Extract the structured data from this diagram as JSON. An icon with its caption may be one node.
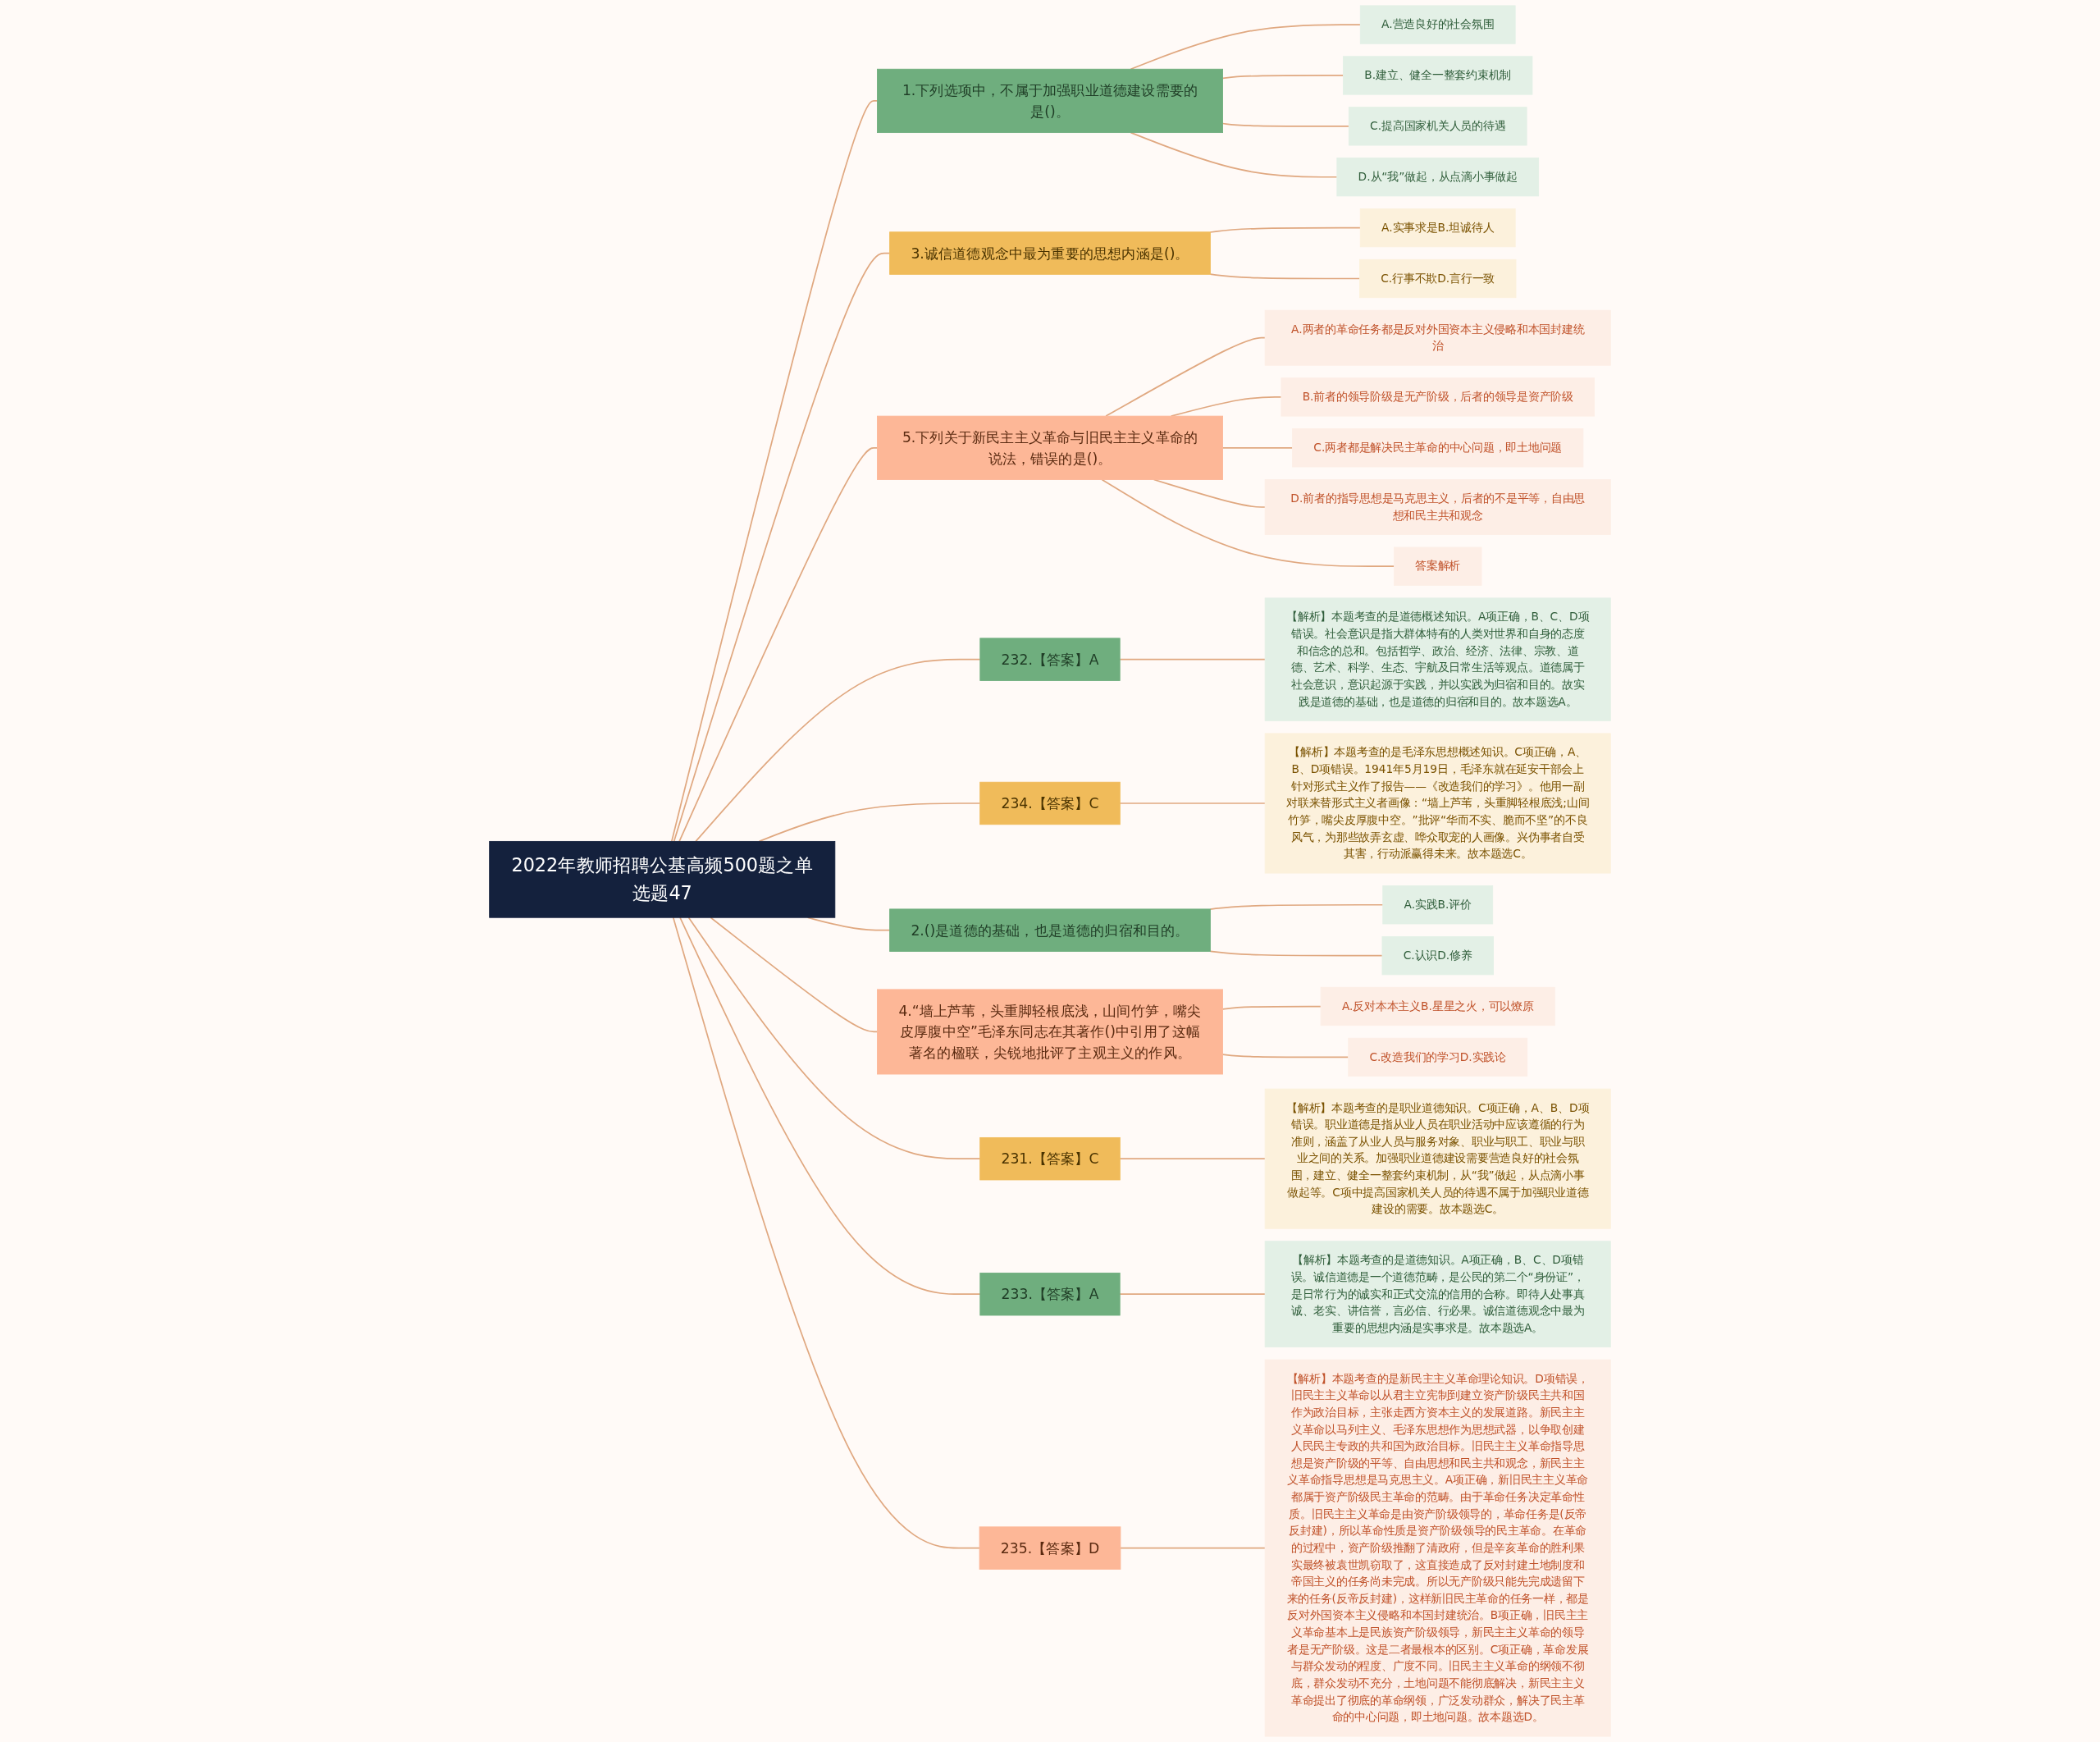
{
  "diagram": {
    "nodes": [
      {
        "text": [
          "2022年教师招聘公基高频500题之单选题47"
        ]
      },
      {
        "text": [
          "1.下列选项中，不属于加强职业道德建设需要的是()。"
        ]
      },
      {
        "text": [
          "A.营造良好的社会氛围"
        ]
      },
      {
        "text": [
          "B.建立、健全一整套约束机制"
        ]
      },
      {
        "text": [
          "C.提高国家机关人员的待遇"
        ]
      },
      {
        "text": [
          "D.从“我”做起，从点滴小事做起"
        ]
      },
      {
        "text": [
          "3.诚信道德观念中最为重要的思想内涵是()。"
        ]
      },
      {
        "text": [
          "A.实事求是B.坦诚待人"
        ]
      },
      {
        "text": [
          "C.行事不欺D.言行一致"
        ]
      },
      {
        "text": [
          "5.下列关于新民主主义革命与旧民主主义革命的说法，错误的是()。"
        ]
      },
      {
        "text": [
          "A.两者的革命任务都是反对外国资本主义侵略和本国封建统治"
        ]
      },
      {
        "text": [
          "B.前者的领导阶级是无产阶级，后者的领导是资产阶级"
        ]
      },
      {
        "text": [
          "C.两者都是解决民主革命的中心问题，即土地问题"
        ]
      },
      {
        "text": [
          "D.前者的指导思想是马克思主义，后者的不是平等，自由思想和民主共和观念"
        ]
      },
      {
        "text": [
          "答案解析"
        ]
      },
      {
        "text": [
          "232.【答案】A"
        ]
      },
      {
        "text": [
          "【解析】本题考查的是道德概述知识。A项正确，B、C、D项错误。社会意识是指大群体特有的人类对世界和自身的态度和信念的总和。包括哲学、政治、经济、法律、宗教、道德、艺术、科学、生态、宇航及日常生活等观点。道德属于社会意识，意识起源于实践，并以实践为归宿和目的。故实践是道德的基础，也是道德的归宿和目的。故本题选A。"
        ]
      },
      {
        "text": [
          "234.【答案】C"
        ]
      },
      {
        "text": [
          "【解析】本题考查的是毛泽东思想概述知识。C项正确，A、B、D项错误。1941年5月19日，毛泽东就在延安干部会上针对形式主义作了报告——《改造我们的学习》。他用一副对联来替形式主义者画像：“墙上芦苇，头重脚轻根底浅;山间竹笋，嘴尖皮厚腹中空。”批评“华而不实、脆而不坚”的不良风气，为那些故弄玄虚、哗众取宠的人画像。兴伪事者自受其害，行动派赢得未来。故本题选C。"
        ]
      },
      {
        "text": [
          "2.()是道德的基础，也是道德的归宿和目的。"
        ]
      },
      {
        "text": [
          "A.实践B.评价"
        ]
      },
      {
        "text": [
          "C.认识D.修养"
        ]
      },
      {
        "text": [
          "4.“墙上芦苇，头重脚轻根底浅，山间竹笋，嘴尖皮厚腹中空”毛泽东同志在其著作()中引用了这幅著名的楹联，尖锐地批评了主观主义的作风。"
        ]
      },
      {
        "text": [
          "A.反对本本主义B.星星之火，可以燎原"
        ]
      },
      {
        "text": [
          "C.改造我们的学习D.实践论"
        ]
      },
      {
        "text": [
          "231.【答案】C"
        ]
      },
      {
        "text": [
          "【解析】本题考查的是职业道德知识。C项正确，A、B、D项错误。职业道德是指从业人员在职业活动中应该遵循的行为准则，涵盖了从业人员与服务对象、职业与职工、职业与职业之间的关系。加强职业道德建设需要营造良好的社会氛围，建立、健全一整套约束机制，从“我”做起，从点滴小事做起等。C项中提高国家机关人员的待遇不属于加强职业道德建设的需要。故本题选C。"
        ]
      },
      {
        "text": [
          "233.【答案】A"
        ]
      },
      {
        "text": [
          "【解析】本题考查的是道德知识。A项正确，B、C、D项错误。诚信道德是一个道德范畴，是公民的第二个“身份证”，是日常行为的诚实和正式交流的信用的合称。即待人处事真诚、老实、讲信誉，言必信、行必果。诚信道德观念中最为重要的思想内涵是实事求是。故本题选A。"
        ]
      },
      {
        "text": [
          "235.【答案】D"
        ]
      },
      {
        "text": [
          "【解析】本题考查的是新民主主义革命理论知识。D项错误，旧民主主义革命以从君主立宪制到建立资产阶级民主共和国作为政治目标，主张走西方资本主义的发展道路。新民主主义革命以马列主义、毛泽东思想作为思想武器，以争取创建人民民主专政的共和国为政治目标。旧民主主义革命指导思想是资产阶级的平等、自由思想和民主共和观念，新民主主义革命指导思想是马克思主义。A项正确，新旧民主主义革命都属于资产阶级民主革命的范畴。由于革命任务决定革命性质。旧民主主义革命是由资产阶级领导的，革命任务是(反帝反封建)，所以革命性质是资产阶级领导的民主革命。在革命的过程中，资产阶级推翻了清政府，但是辛亥革命的胜利果实最终被袁世凯窃取了，这直接造成了反对封建土地制度和帝国主义的任务尚未完成。所以无产阶级只能先完成遗留下来的任务(反帝反封建)，这样新旧民主革命的任务一样，都是反对外国资本主义侵略和本国封建统治。B项正确，旧民主主义革命基本上是民族资产阶级领导，新民主主义革命的领导者是无产阶级。这是二者最根本的区别。C项正确，革命发展与群众发动的程度、广度不同。旧民主主义革命的纲领不彻底，群众发动不充分，土地问题不能彻底解决，新民主主义革命提出了彻底的革命纲领，广泛发动群众，解决了民主革命的中心问题，即土地问题。故本题选D。"
        ]
      }
    ],
    "edges": [
      {
        "from": 0,
        "to": 1,
        "arrow": "none"
      },
      {
        "from": 1,
        "to": 2,
        "arrow": "none"
      },
      {
        "from": 1,
        "to": 3,
        "arrow": "none"
      },
      {
        "from": 1,
        "to": 4,
        "arrow": "none"
      },
      {
        "from": 1,
        "to": 5,
        "arrow": "none"
      },
      {
        "from": 0,
        "to": 6,
        "arrow": "none"
      },
      {
        "from": 6,
        "to": 7,
        "arrow": "none"
      },
      {
        "from": 6,
        "to": 8,
        "arrow": "none"
      },
      {
        "from": 0,
        "to": 9,
        "arrow": "none"
      },
      {
        "from": 9,
        "to": 10,
        "arrow": "none"
      },
      {
        "from": 9,
        "to": 11,
        "arrow": "none"
      },
      {
        "from": 9,
        "to": 12,
        "arrow": "none"
      },
      {
        "from": 9,
        "to": 13,
        "arrow": "none"
      },
      {
        "from": 9,
        "to": 14,
        "arrow": "none"
      },
      {
        "from": 0,
        "to": 15,
        "arrow": "none"
      },
      {
        "from": 15,
        "to": 16,
        "arrow": "none"
      },
      {
        "from": 0,
        "to": 17,
        "arrow": "none"
      },
      {
        "from": 17,
        "to": 18,
        "arrow": "none"
      },
      {
        "from": 0,
        "to": 19,
        "arrow": "none"
      },
      {
        "from": 19,
        "to": 20,
        "arrow": "none"
      },
      {
        "from": 19,
        "to": 21,
        "arrow": "none"
      },
      {
        "from": 0,
        "to": 22,
        "arrow": "none"
      },
      {
        "from": 22,
        "to": 23,
        "arrow": "none"
      },
      {
        "from": 22,
        "to": 24,
        "arrow": "none"
      },
      {
        "from": 0,
        "to": 25,
        "arrow": "none"
      },
      {
        "from": 25,
        "to": 26,
        "arrow": "none"
      },
      {
        "from": 0,
        "to": 27,
        "arrow": "none"
      },
      {
        "from": 27,
        "to": 28,
        "arrow": "none"
      },
      {
        "from": 0,
        "to": 29,
        "arrow": "none"
      },
      {
        "from": 29,
        "to": 30,
        "arrow": "none"
      }
    ]
  }
}
